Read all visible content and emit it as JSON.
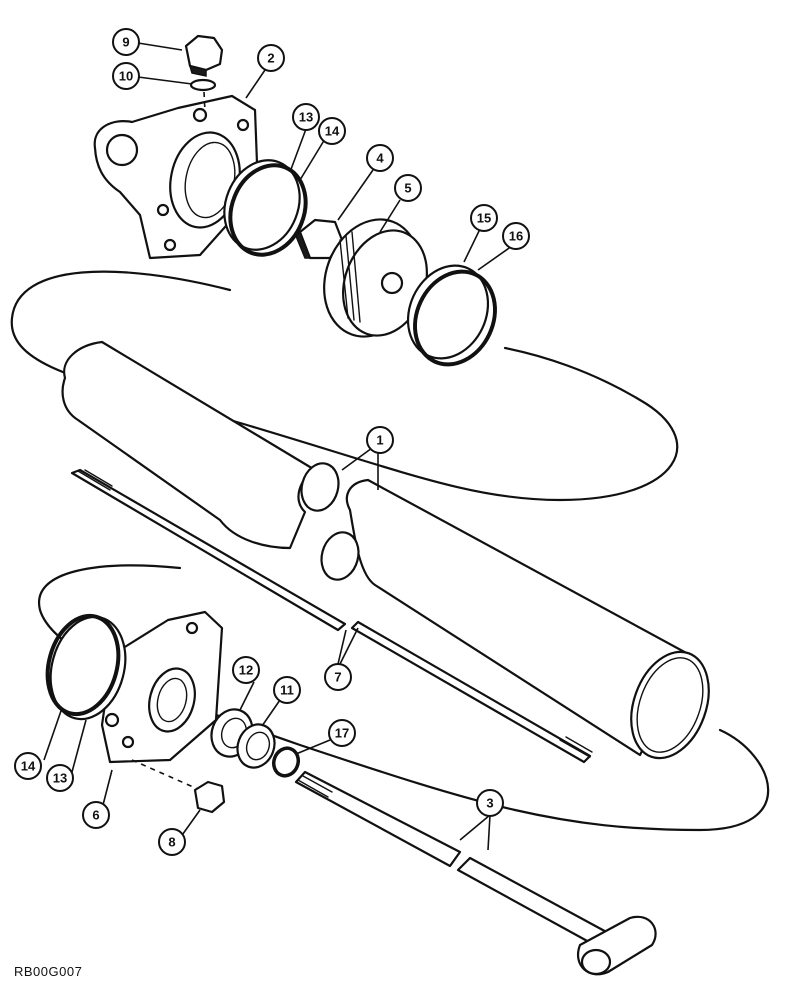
{
  "callouts": [
    {
      "id": "9",
      "label": "9"
    },
    {
      "id": "10",
      "label": "10"
    },
    {
      "id": "2",
      "label": "2"
    },
    {
      "id": "13a",
      "label": "13"
    },
    {
      "id": "14a",
      "label": "14"
    },
    {
      "id": "4",
      "label": "4"
    },
    {
      "id": "5",
      "label": "5"
    },
    {
      "id": "15",
      "label": "15"
    },
    {
      "id": "16",
      "label": "16"
    },
    {
      "id": "1",
      "label": "1"
    },
    {
      "id": "7",
      "label": "7"
    },
    {
      "id": "12",
      "label": "12"
    },
    {
      "id": "11",
      "label": "11"
    },
    {
      "id": "17",
      "label": "17"
    },
    {
      "id": "14b",
      "label": "14"
    },
    {
      "id": "13b",
      "label": "13"
    },
    {
      "id": "6",
      "label": "6"
    },
    {
      "id": "8",
      "label": "8"
    },
    {
      "id": "3",
      "label": "3"
    }
  ],
  "figure_code": "RB00G007"
}
